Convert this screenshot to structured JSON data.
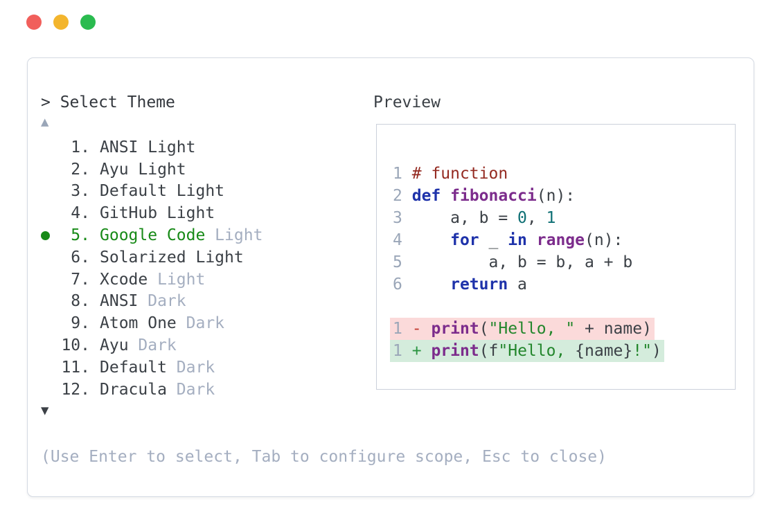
{
  "window": {
    "controls": [
      "close",
      "minimize",
      "maximize"
    ]
  },
  "colors": {
    "accent_green": "#178a17",
    "muted": "#a4aec0",
    "text": "#3b4046",
    "traffic_red": "#f15f5b",
    "traffic_yellow": "#f3b52d",
    "traffic_green": "#2abb4f",
    "diff_del_bg": "#fbdada",
    "diff_ins_bg": "#d4ecdc"
  },
  "picker": {
    "prompt": "> Select Theme",
    "scroll_up_indicator": "▲",
    "scroll_down_indicator": "▼",
    "selected_bullet": "selected-item-bullet",
    "items": [
      {
        "num": "1.",
        "main": "ANSI Light",
        "suffix": "",
        "selected": false
      },
      {
        "num": "2.",
        "main": "Ayu Light",
        "suffix": "",
        "selected": false
      },
      {
        "num": "3.",
        "main": "Default Light",
        "suffix": "",
        "selected": false
      },
      {
        "num": "4.",
        "main": "GitHub Light",
        "suffix": "",
        "selected": false
      },
      {
        "num": "5.",
        "main": "Google Code",
        "suffix": "Light",
        "selected": true
      },
      {
        "num": "6.",
        "main": "Solarized Light",
        "suffix": "",
        "selected": false
      },
      {
        "num": "7.",
        "main": "Xcode",
        "suffix": "Light",
        "selected": false
      },
      {
        "num": "8.",
        "main": "ANSI",
        "suffix": "Dark",
        "selected": false
      },
      {
        "num": "9.",
        "main": "Atom One",
        "suffix": "Dark",
        "selected": false
      },
      {
        "num": "10.",
        "main": "Ayu",
        "suffix": "Dark",
        "selected": false
      },
      {
        "num": "11.",
        "main": "Default",
        "suffix": "Dark",
        "selected": false
      },
      {
        "num": "12.",
        "main": "Dracula",
        "suffix": "Dark",
        "selected": false
      }
    ],
    "help": "(Use Enter to select, Tab to configure scope, Esc to close)"
  },
  "preview": {
    "label": "Preview",
    "code_lines": [
      {
        "ln": "1",
        "tokens": [
          [
            "# function",
            "com"
          ]
        ]
      },
      {
        "ln": "2",
        "tokens": [
          [
            "def",
            "kw"
          ],
          [
            " ",
            "pl"
          ],
          [
            "fibonacci",
            "fn"
          ],
          [
            "(n):",
            "pl"
          ]
        ]
      },
      {
        "ln": "3",
        "tokens": [
          [
            "    a, b = ",
            "pl"
          ],
          [
            "0",
            "num"
          ],
          [
            ", ",
            "pl"
          ],
          [
            "1",
            "num"
          ]
        ]
      },
      {
        "ln": "4",
        "tokens": [
          [
            "    ",
            "pl"
          ],
          [
            "for",
            "kw"
          ],
          [
            " _ ",
            "pl"
          ],
          [
            "in",
            "kw"
          ],
          [
            " ",
            "pl"
          ],
          [
            "range",
            "fn"
          ],
          [
            "(n):",
            "pl"
          ]
        ]
      },
      {
        "ln": "5",
        "tokens": [
          [
            "        a, b = b, a + b",
            "pl"
          ]
        ]
      },
      {
        "ln": "6",
        "tokens": [
          [
            "    ",
            "pl"
          ],
          [
            "return",
            "kw"
          ],
          [
            " a",
            "pl"
          ]
        ]
      }
    ],
    "diff_lines": [
      {
        "ln": "1",
        "kind": "del",
        "tokens": [
          [
            "-",
            "minus"
          ],
          [
            " ",
            "pl"
          ],
          [
            "print",
            "fn"
          ],
          [
            "(",
            "pl"
          ],
          [
            "\"Hello, \"",
            "str"
          ],
          [
            " + name)",
            "pl"
          ]
        ]
      },
      {
        "ln": "1",
        "kind": "ins",
        "tokens": [
          [
            "+",
            "plus"
          ],
          [
            " ",
            "pl"
          ],
          [
            "print",
            "fn"
          ],
          [
            "(f",
            "pl"
          ],
          [
            "\"Hello, ",
            "str"
          ],
          [
            "{name}",
            "pl"
          ],
          [
            "!\"",
            "str"
          ],
          [
            ")",
            "pl"
          ]
        ]
      }
    ]
  }
}
